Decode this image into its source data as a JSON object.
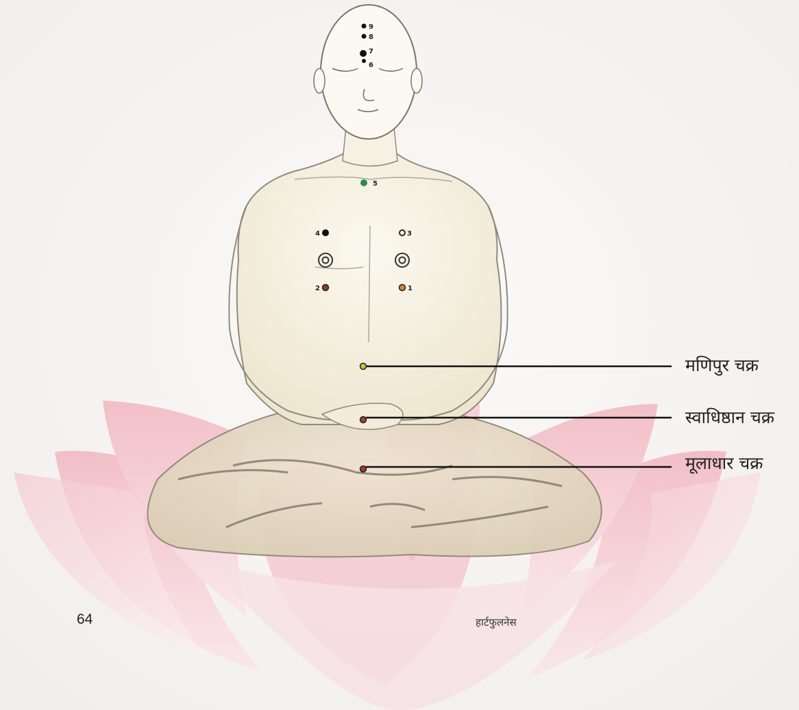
{
  "labels": {
    "manipur": "मणिपुर चक्र",
    "swadhishthan": "स्वाधिष्ठान चक्र",
    "muladhar": "मूलाधार चक्र"
  },
  "point_numbers": [
    "1",
    "2",
    "3",
    "4",
    "5",
    "6",
    "7",
    "8",
    "9"
  ],
  "point_colors": {
    "point_1": "#c98a3a",
    "point_2": "#8c3b2e",
    "point_3": "#2a2a2a",
    "point_4": "#111111",
    "point_5": "#2e8b57",
    "point_6": "#111111",
    "point_7": "#111111",
    "point_8": "#111111",
    "point_9": "#111111",
    "manipur": "#c8c040",
    "swadhishthan": "#a04030",
    "muladhar": "#a03828"
  },
  "footer": {
    "page_number": "64",
    "title": "हार्टफुलनेस"
  }
}
